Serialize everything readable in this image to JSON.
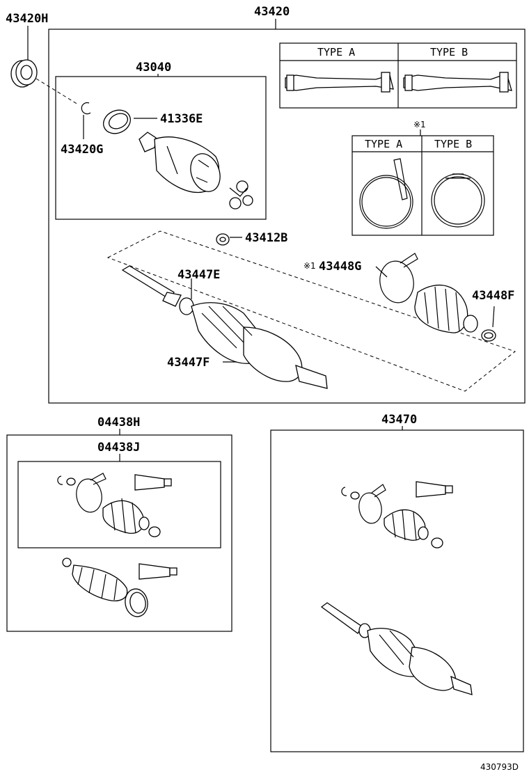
{
  "parts": {
    "p43420H": "43420H",
    "p43420": "43420",
    "p43040": "43040",
    "p41336E": "41336E",
    "p43420G": "43420G",
    "p43412B": "43412B",
    "p43448G": "43448G",
    "p43448F": "43448F",
    "p43447E": "43447E",
    "p43447F": "43447F",
    "p04438H": "04438H",
    "p04438J": "04438J",
    "p43470": "43470"
  },
  "types": {
    "type_a": "TYPE A",
    "type_b": "TYPE B",
    "note_mark": "※1"
  },
  "figure_code": "430793D",
  "icons": [
    "oil-seal-icon",
    "snap-ring-icon",
    "clamp-band-icon",
    "tripod-joint-icon",
    "boot-icon",
    "grease-tube-icon",
    "drive-shaft-icon"
  ]
}
